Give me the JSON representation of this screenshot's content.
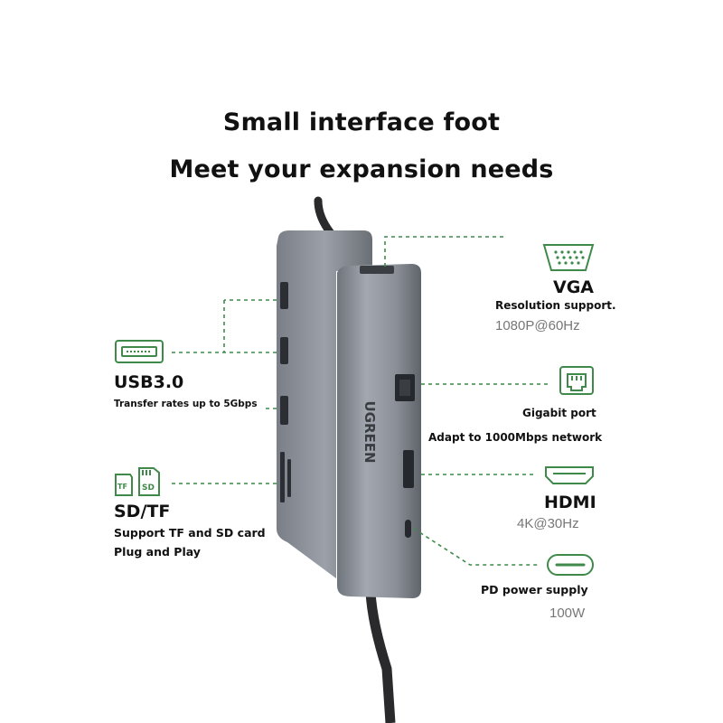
{
  "headline": {
    "line1": "Small interface foot",
    "line2": "Meet your expansion needs"
  },
  "device": {
    "brand": "UGREEN",
    "body_color": "#8f949c",
    "cable_color": "#2a2a2c"
  },
  "features": {
    "usb": {
      "icon": "usb-port-icon",
      "title": "USB3.0",
      "desc": "Transfer rates up to 5Gbps"
    },
    "sdtf": {
      "icon": "sd-tf-card-icon",
      "tf_text": "TF",
      "sd_text": "SD",
      "title": "SD/TF",
      "desc_line1": "Support TF and SD card",
      "desc_line2": "Plug and Play"
    },
    "vga": {
      "icon": "vga-port-icon",
      "title": "VGA",
      "desc": "Resolution support.",
      "spec": "1080P@60Hz"
    },
    "ethernet": {
      "icon": "ethernet-port-icon",
      "title": "Gigabit port",
      "desc": "Adapt to 1000Mbps network"
    },
    "hdmi": {
      "icon": "hdmi-port-icon",
      "title": "HDMI",
      "spec": "4K@30Hz"
    },
    "pd": {
      "icon": "usb-c-port-icon",
      "title": "PD power supply",
      "spec": "100W"
    }
  },
  "colors": {
    "accent_green": "#3f8a4a",
    "text": "#111111",
    "muted": "#777777"
  }
}
